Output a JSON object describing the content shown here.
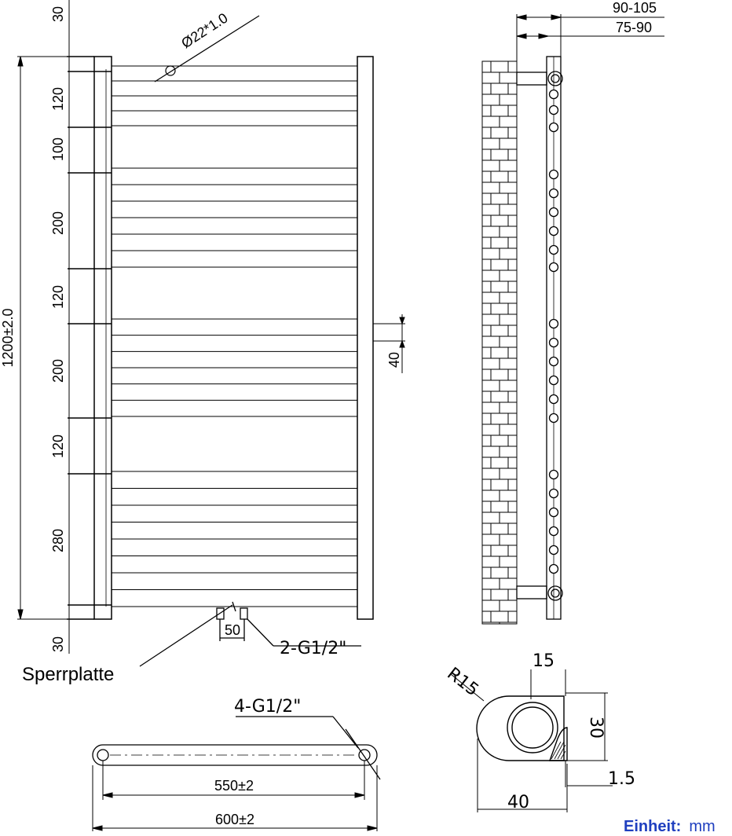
{
  "front_view": {
    "pipe_diameter": "Ø22*1.0",
    "height_total": "1200±2.0",
    "spacing_dims": [
      "30",
      "120",
      "100",
      "200",
      "120",
      "200",
      "120",
      "280",
      "30"
    ],
    "side_offset": "40",
    "connection_spacing": "50",
    "connection_thread": "2-G1/2\""
  },
  "side_view": {
    "depth_outer": "90-105",
    "depth_inner": "75-90"
  },
  "top_view": {
    "connection_thread": "4-G1/2\"",
    "width_inner": "550±2",
    "width_outer": "600±2"
  },
  "bracket_detail": {
    "radius": "R15",
    "width_top": "15",
    "height": "30",
    "thickness": "1.5",
    "width_bottom": "40"
  },
  "labels": {
    "sperrplatte": "Sperrplatte",
    "unit_label": "Einheit:",
    "unit_value": "mm"
  }
}
